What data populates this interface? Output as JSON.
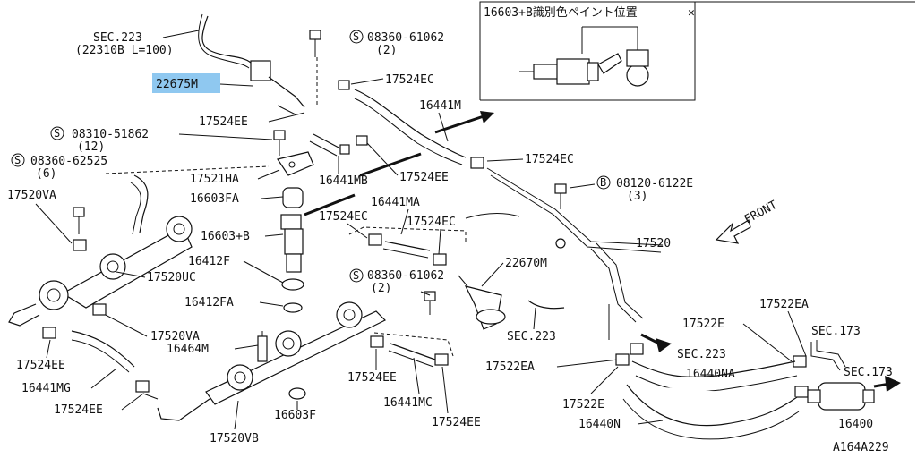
{
  "diagram": {
    "inset_caption": "16603+B識別色ペイント位置",
    "front_label": "FRONT",
    "ref_code": "A164A229",
    "highlight_color": "#8fc8f0",
    "highlighted_part": "22675M",
    "labels": {
      "sec223_top": "SEC.223",
      "sec223_top_sub": "(22310B L=100)",
      "p22675m": "22675M",
      "s08360_61062_top": "08360-61062",
      "s08360_61062_top_qty": "(2)",
      "p17524ec_a": "17524EC",
      "p16441m": "16441M",
      "p17524ee_a": "17524EE",
      "s08310_51862": "08310-51862",
      "s08310_51862_qty": "(12)",
      "s08360_62525": "08360-62525",
      "s08360_62525_qty": "(6)",
      "p17521ha": "17521HA",
      "p17524ee_b": "17524EE",
      "p17524ec_b": "17524EC",
      "p16441mb": "16441MB",
      "b08120_6122e": "08120-6122E",
      "b08120_6122e_qty": "(3)",
      "p17520va_a": "17520VA",
      "p16603fa": "16603FA",
      "p16441ma": "16441MA",
      "p17524ec_c": "17524EC",
      "p17524ec_d": "17524EC",
      "p16603b": "16603+B",
      "p17520": "17520",
      "p16412f": "16412F",
      "p22670m": "22670M",
      "p17520uc": "17520UC",
      "s08360_61062_mid": "08360-61062",
      "s08360_61062_mid_qty": "(2)",
      "p16412fa": "16412FA",
      "p17522ea_a": "17522EA",
      "p17522e_a": "17522E",
      "p17520va_b": "17520VA",
      "sec223_mid": "SEC.223",
      "sec173_a": "SEC.173",
      "p16464m": "16464M",
      "sec223_right": "SEC.223",
      "p17524ee_c": "17524EE",
      "p17524ee_d": "17524EE",
      "p17522ea_b": "17522EA",
      "p16440na": "16440NA",
      "sec173_b": "SEC.173",
      "p16441mg": "16441MG",
      "p17522e_b": "17522E",
      "p16441mc": "16441MC",
      "p17524ee_e": "17524EE",
      "p16603f": "16603F",
      "p17524ee_f": "17524EE",
      "p16440n": "16440N",
      "p16400": "16400",
      "p17520vb": "17520VB",
      "s_mark": "S",
      "b_mark": "B"
    }
  }
}
